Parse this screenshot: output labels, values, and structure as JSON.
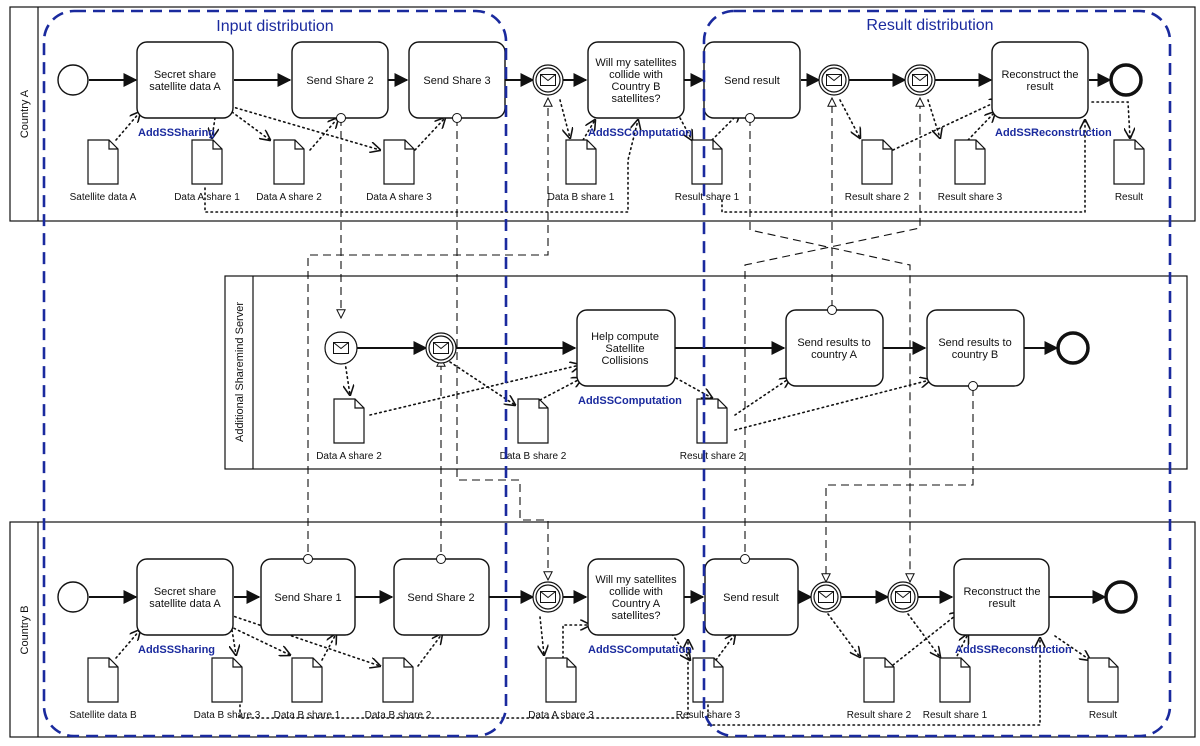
{
  "regions": {
    "input": "Input distribution",
    "result": "Result distribution"
  },
  "lanes": {
    "a": "Country A",
    "server": "Additional Sharemind Server",
    "b": "Country B"
  },
  "tasks": {
    "a_secret": [
      "Secret share",
      "satellite data A"
    ],
    "a_send2": [
      "Send Share 2"
    ],
    "a_send3": [
      "Send Share 3"
    ],
    "a_collide": [
      "Will my satellites",
      "collide with",
      "Country B",
      "satellites?"
    ],
    "a_sendres": [
      "Send result"
    ],
    "a_recon": [
      "Reconstruct the",
      "result"
    ],
    "s_help": [
      "Help compute",
      "Satellite",
      "Collisions"
    ],
    "s_senda": [
      "Send results to",
      "country A"
    ],
    "s_sendb": [
      "Send results to",
      "country B"
    ],
    "b_secret": [
      "Secret share",
      "satellite data A"
    ],
    "b_send1": [
      "Send Share 1"
    ],
    "b_send2": [
      "Send Share 2"
    ],
    "b_collide": [
      "Will my satellites",
      "collide with",
      "Country A",
      "satellites?"
    ],
    "b_sendres": [
      "Send result"
    ],
    "b_recon": [
      "Reconstruct the",
      "result"
    ]
  },
  "docs": {
    "a_satdata": "Satellite data A",
    "a_share1": "Data A share 1",
    "a_share2": "Data A share 2",
    "a_share3": "Data A share 3",
    "a_bshare1": "Data B share 1",
    "a_res1": "Result share 1",
    "a_res2": "Result share 2",
    "a_res3": "Result share 3",
    "a_result": "Result",
    "s_ashare2": "Data A share 2",
    "s_bshare2": "Data B share 2",
    "s_res2": "Result share 2",
    "b_satdata": "Satellite data B",
    "b_share3": "Data B share 3",
    "b_share1": "Data B share 1",
    "b_share2": "Data B share 2",
    "b_ashare3": "Data A share 3",
    "b_res3": "Result share 3",
    "b_res2": "Result share 2",
    "b_res1": "Result share 1",
    "b_result": "Result"
  },
  "annotations": {
    "a_sharing": "AddSSSharing",
    "a_comp": "AddSSComputation",
    "a_recon": "AddSSReconstruction",
    "s_comp": "AddSSComputation",
    "b_sharing": "AddSSSharing",
    "b_comp": "AddSSComputation",
    "b_recon": "AddSSReconstruction"
  },
  "colors": {
    "region": "#1a2a9e",
    "annotation": "#1a2a9e",
    "stroke": "#111111"
  }
}
